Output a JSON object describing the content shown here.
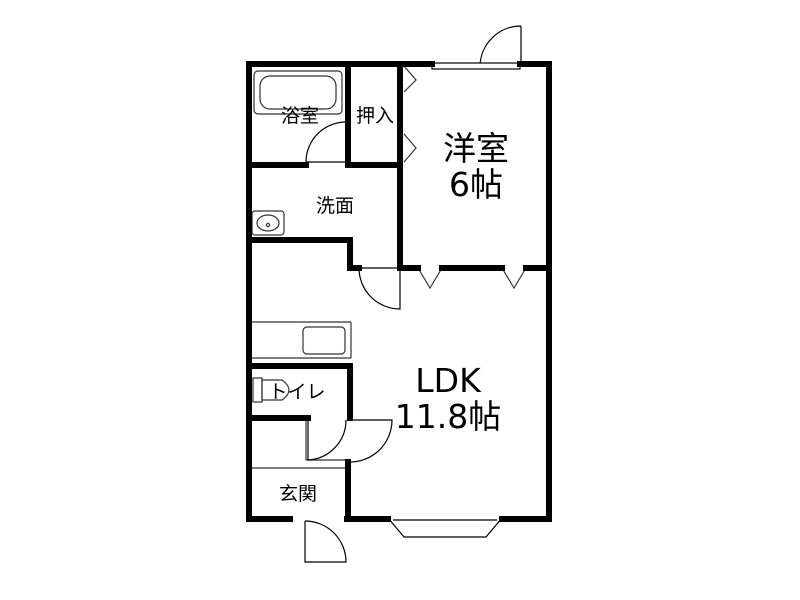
{
  "rooms": {
    "bath": "浴室",
    "closet": "押入",
    "washroom": "洗面",
    "western_room_name": "洋室",
    "western_room_size": "6帖",
    "toilet": "トイレ",
    "entrance": "玄関",
    "ldk_name": "LDK",
    "ldk_size": "11.8帖"
  }
}
